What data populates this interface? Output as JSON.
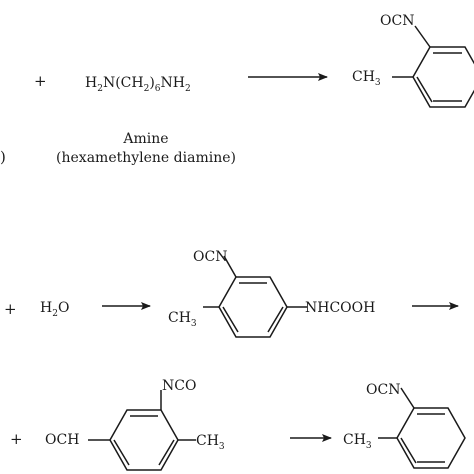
{
  "reaction1": {
    "paren_fragment": ")",
    "plus": "+",
    "amine_formula": {
      "a": "H",
      "b": "2",
      "c": "N(CH",
      "d": "2",
      "e": ")",
      "f": "6",
      "g": "NH",
      "h": "2"
    },
    "amine_title": "Amine",
    "amine_name": "(hexamethylene diamine)",
    "product_group_top": "OCN",
    "product_group_left": {
      "main": "CH",
      "sub": "3"
    }
  },
  "reaction2": {
    "plus": "+",
    "water": {
      "main": "H",
      "sub": "2",
      "tail": "O"
    },
    "product_group_top": "OCN",
    "product_group_left": {
      "main": "CH",
      "sub": "3"
    },
    "product_group_right": "NHCOOH"
  },
  "reaction3": {
    "plus": "+",
    "reactant_group_top": "NCO",
    "reactant_group_left": "OCH",
    "reactant_group_right": {
      "main": "CH",
      "sub": "3"
    },
    "product_group_top": "OCN",
    "product_group_left": {
      "main": "CH",
      "sub": "3"
    }
  }
}
